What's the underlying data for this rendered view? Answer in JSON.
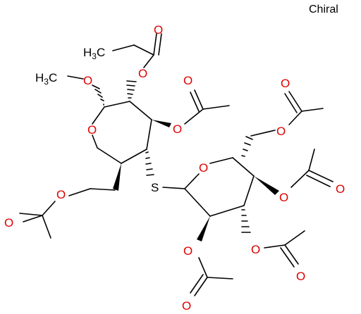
{
  "chiral_label": "Chiral",
  "atoms": {
    "h3c_top": "H",
    "h3c_top_sub": "3",
    "h3c_top_c": "C",
    "h3c_mid": "H",
    "h3c_mid_sub": "3",
    "h3c_mid_c": "C",
    "ome_o": "O",
    "ring1_o": "O",
    "ring2_o": "O",
    "s": "S",
    "o_c2": "O",
    "o_c2_carbonyl": "O",
    "o_c3": "O",
    "o_c3_carbonyl": "O",
    "o_c6": "O",
    "o_c6_carbonyl": "O",
    "o_r2_c6": "O",
    "o_r2_c6_carbonyl": "O",
    "o_r2_c4": "O",
    "o_r2_c4_carbonyl": "O",
    "o_r2_c3": "O",
    "o_r2_c3_carbonyl": "O",
    "o_r2_c2": "O",
    "o_r2_c2_carbonyl": "O"
  },
  "colors": {
    "bond": "#000000",
    "oxygen": "#e00000",
    "sulfur": "#000000"
  }
}
